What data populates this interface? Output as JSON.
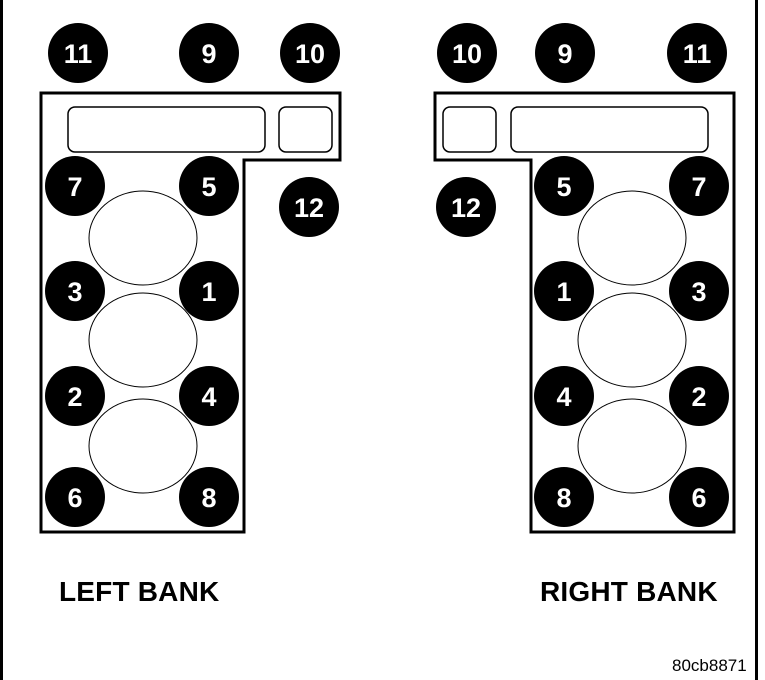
{
  "banks": {
    "left": {
      "label": "LEFT BANK",
      "bolts": [
        {
          "id": "L11",
          "num": "11",
          "star": true
        },
        {
          "id": "L9",
          "num": "9",
          "star": true
        },
        {
          "id": "L10",
          "num": "10",
          "star": true
        },
        {
          "id": "L12",
          "num": "12",
          "star": true
        },
        {
          "id": "L7",
          "num": "7",
          "star": false
        },
        {
          "id": "L5",
          "num": "5",
          "star": false
        },
        {
          "id": "L3",
          "num": "3",
          "star": false
        },
        {
          "id": "L1",
          "num": "1",
          "star": false
        },
        {
          "id": "L2",
          "num": "2",
          "star": false
        },
        {
          "id": "L4",
          "num": "4",
          "star": false
        },
        {
          "id": "L6",
          "num": "6",
          "star": false
        },
        {
          "id": "L8",
          "num": "8",
          "star": false
        }
      ]
    },
    "right": {
      "label": "RIGHT BANK",
      "bolts": [
        {
          "id": "R10",
          "num": "10",
          "star": true
        },
        {
          "id": "R9",
          "num": "9",
          "star": true
        },
        {
          "id": "R11",
          "num": "11",
          "star": true
        },
        {
          "id": "R12",
          "num": "12",
          "star": true
        },
        {
          "id": "R5",
          "num": "5",
          "star": false
        },
        {
          "id": "R7",
          "num": "7",
          "star": false
        },
        {
          "id": "R1",
          "num": "1",
          "star": false
        },
        {
          "id": "R3",
          "num": "3",
          "star": false
        },
        {
          "id": "R4",
          "num": "4",
          "star": false
        },
        {
          "id": "R2",
          "num": "2",
          "star": false
        },
        {
          "id": "R8",
          "num": "8",
          "star": false
        },
        {
          "id": "R6",
          "num": "6",
          "star": false
        }
      ]
    }
  },
  "star_symbol": "*",
  "figure_id": "80cb8871",
  "colors": {
    "bolt": "#000000",
    "bolt_text": "#ffffff",
    "outline": "#000000",
    "background": "#ffffff"
  }
}
